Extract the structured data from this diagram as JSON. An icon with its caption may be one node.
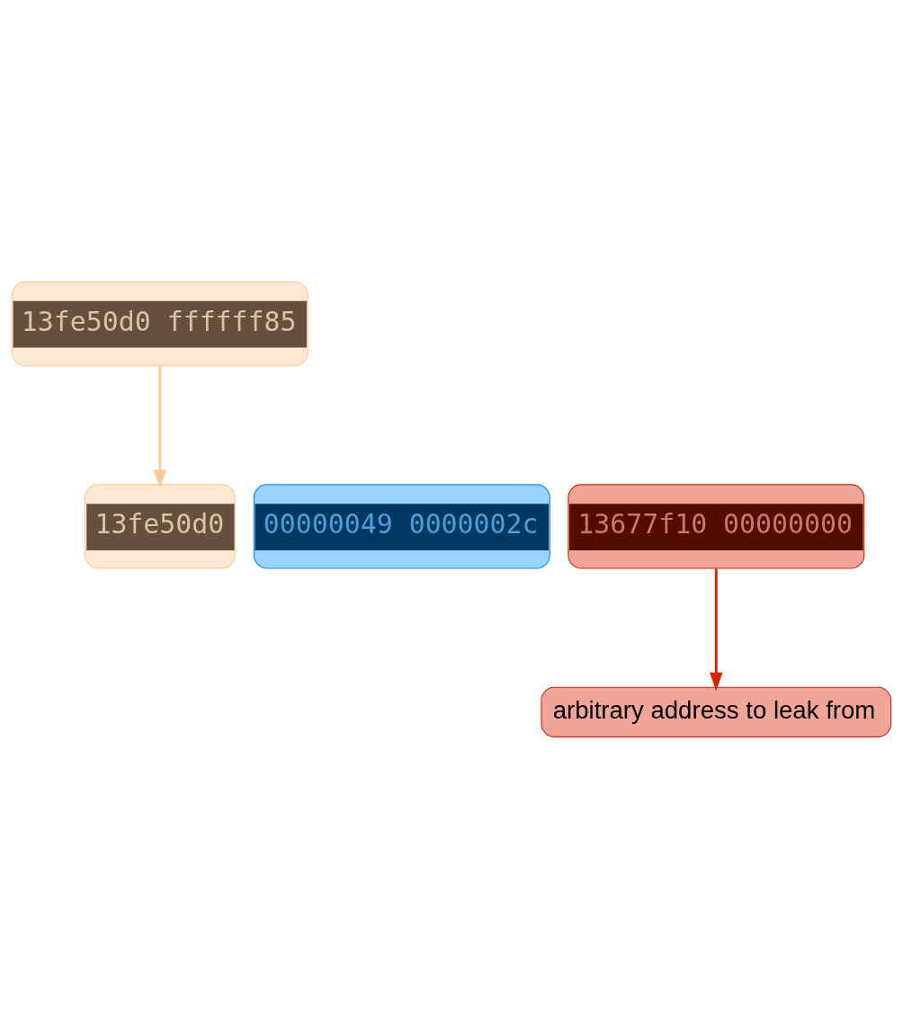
{
  "diagram": {
    "nodes": [
      {
        "text": [
          "13fe50d0 ffffff85"
        ]
      },
      {
        "text": [
          "13fe50d0"
        ]
      },
      {
        "text": [
          "00000049 0000002c"
        ]
      },
      {
        "text": [
          "13677f10 00000000"
        ]
      },
      {
        "text": [
          "arbitrary address to leak from"
        ]
      }
    ],
    "edges": [
      {
        "from": 0,
        "to": 1,
        "arrow": "to",
        "color": "#ffc993"
      },
      {
        "from": 3,
        "to": 4,
        "arrow": "to",
        "color": "#dd2200"
      }
    ]
  }
}
